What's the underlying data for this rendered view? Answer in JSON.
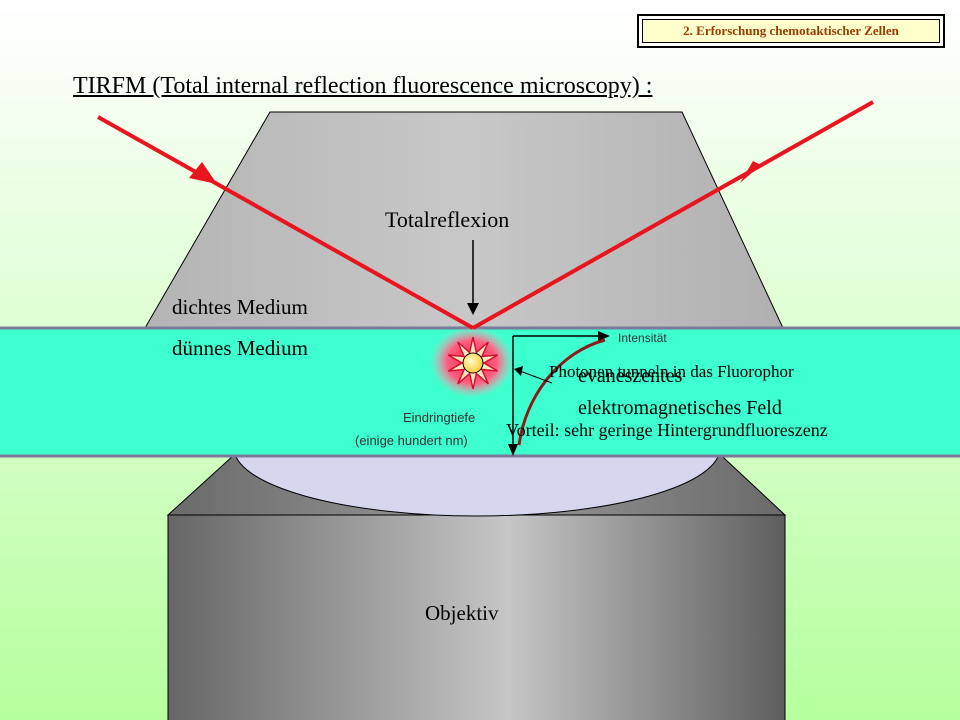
{
  "header": {
    "section_label": "2. Erforschung chemotaktischer Zellen"
  },
  "title": "TIRFM (Total internal reflection fluorescence microscopy) :",
  "labels": {
    "totalreflexion": "Totalreflexion",
    "dichtes_medium": "dichtes Medium",
    "duennes_medium": "dünnes Medium",
    "intensitaet": "Intensität",
    "photonen": "Photonen tunneln in das Fluorophor",
    "evaneszentes": "evaneszentes",
    "em_feld": "elektromagnetisches Feld",
    "eindringtiefe": "Eindringtiefe",
    "eindringtiefe_sub": "(einige hundert nm)",
    "vorteil": "Vorteil: sehr geringe Hintergrundfluoreszenz",
    "objektiv": "Objektiv"
  },
  "colors": {
    "beam": "#e8141e",
    "prism": "#c0c0c0",
    "medium_band": "#3dffcf",
    "lens": "#d6d6ee",
    "curve": "#8b1a1a",
    "background_top": "#ffffff",
    "background_bottom": "#b6ff9e"
  },
  "icons": {
    "fluorophore": "starburst-fluorophore-icon"
  }
}
